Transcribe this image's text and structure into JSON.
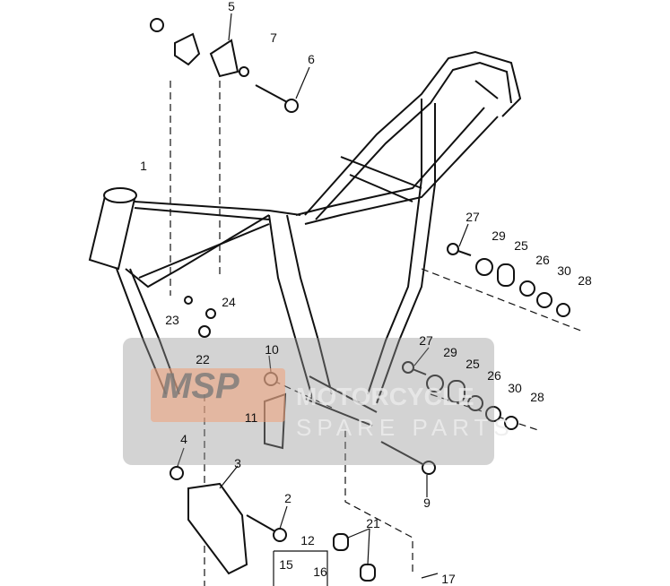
{
  "diagram": {
    "callouts": [
      "1",
      "2",
      "3",
      "4",
      "5",
      "6",
      "7",
      "9",
      "10",
      "11",
      "12",
      "15",
      "16",
      "17",
      "21",
      "22",
      "23",
      "24",
      "27",
      "29",
      "25",
      "26",
      "30",
      "28",
      "27",
      "29",
      "25",
      "26",
      "30",
      "28"
    ]
  },
  "watermark": {
    "logo": "MSP",
    "line1": "MOTORCYCLE",
    "line2": "SPARE PARTS"
  }
}
